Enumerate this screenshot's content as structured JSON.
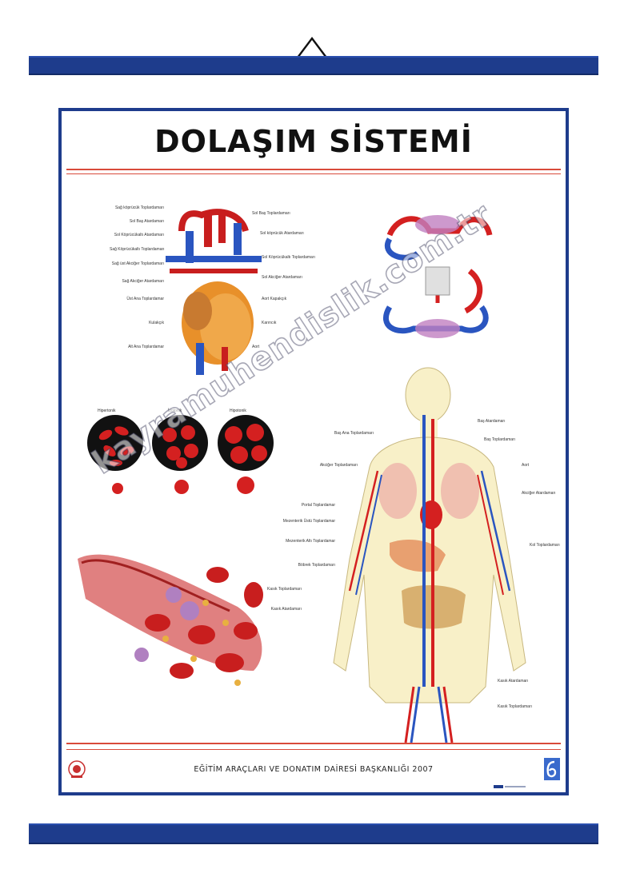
{
  "poster": {
    "title": "DOLAŞIM SİSTEMİ",
    "footer": "EĞİTİM ARAÇLARI  VE DONATIM DAİRESİ BAŞKANLIĞI  2007",
    "watermark": "kayramuhendislik.com.tr"
  },
  "colors": {
    "rod": "#1e3c8c",
    "frame": "#1e3c8c",
    "rule": "#d94a3a",
    "artery": "#d42020",
    "vein": "#2a55c0",
    "skin": "#f8f0c8"
  },
  "panels": {
    "heart": {
      "labels_left": [
        "Sağ köprücük Toplardamarı",
        "Sol Baş Atardamarı",
        "Sol Köprücükaltı Atardamarı",
        "Sağ Köprücükaltı Toplardamarı",
        "Sağ üst Akciğer Toplardamarı",
        "Sağ Akciğer Atardamarı",
        "Üst Ana Toplardamar",
        "Kulakçık",
        "Alt Ana Toplardamar"
      ],
      "labels_right": [
        "Sol Baş Toplardamarı",
        "Sol köprücük Atardamarı",
        "Sol Köprücükaltı Toplardamarı",
        "Sol Akciğer Atardamarı",
        "Aort Kapakçık",
        "Karıncık",
        "Aort"
      ]
    },
    "blood_cells": {
      "labels": [
        "Hipertonik",
        "İzotonik",
        "Hipotonik"
      ]
    },
    "body": {
      "labels_left": [
        "Baş Ana Toplardamarı",
        "Akciğer Toplardamarı",
        "Portal Toplardamar",
        "Mezenterik Üstü Toplardamar",
        "Mezenterik Altı Toplardamar",
        "Böbrek Toplardamarı",
        "Kasık Toplardamarı",
        "Kasık Atardamarı"
      ],
      "labels_right": [
        "Baş Atardamarı",
        "Baş Toplardamarı",
        "Aort",
        "Akciğer Atardamarı",
        "Kol Toplardamarı",
        "Kasık Atardamarı",
        "Kasık Toplardamarı"
      ]
    }
  }
}
